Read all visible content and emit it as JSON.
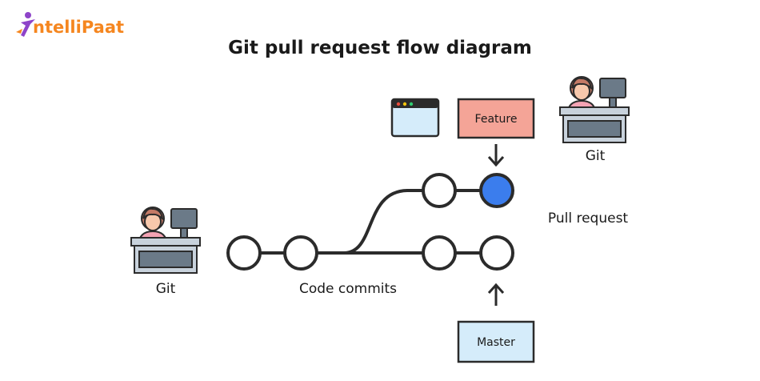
{
  "logo": {
    "text": "ntelliPaat",
    "accent": "#f5861f",
    "figure_color": "#8e44c9"
  },
  "title": "Git pull request flow diagram",
  "labels": {
    "git_left": "Git",
    "git_right": "Git",
    "code_commits": "Code commits",
    "pull_request": "Pull request"
  },
  "branches": {
    "feature": {
      "label": "Feature",
      "color": "#f4a497"
    },
    "master": {
      "label": "Master",
      "color": "#d5ecfa"
    }
  },
  "colors": {
    "line": "#2b2b2b",
    "highlight_commit": "#3b7ded",
    "screen": "#d5ecfa",
    "desk": "#c8d2dc",
    "person_shirt": "#f4a3b4",
    "person_hair": "#c47a66",
    "person_skin": "#f7c8ac"
  }
}
